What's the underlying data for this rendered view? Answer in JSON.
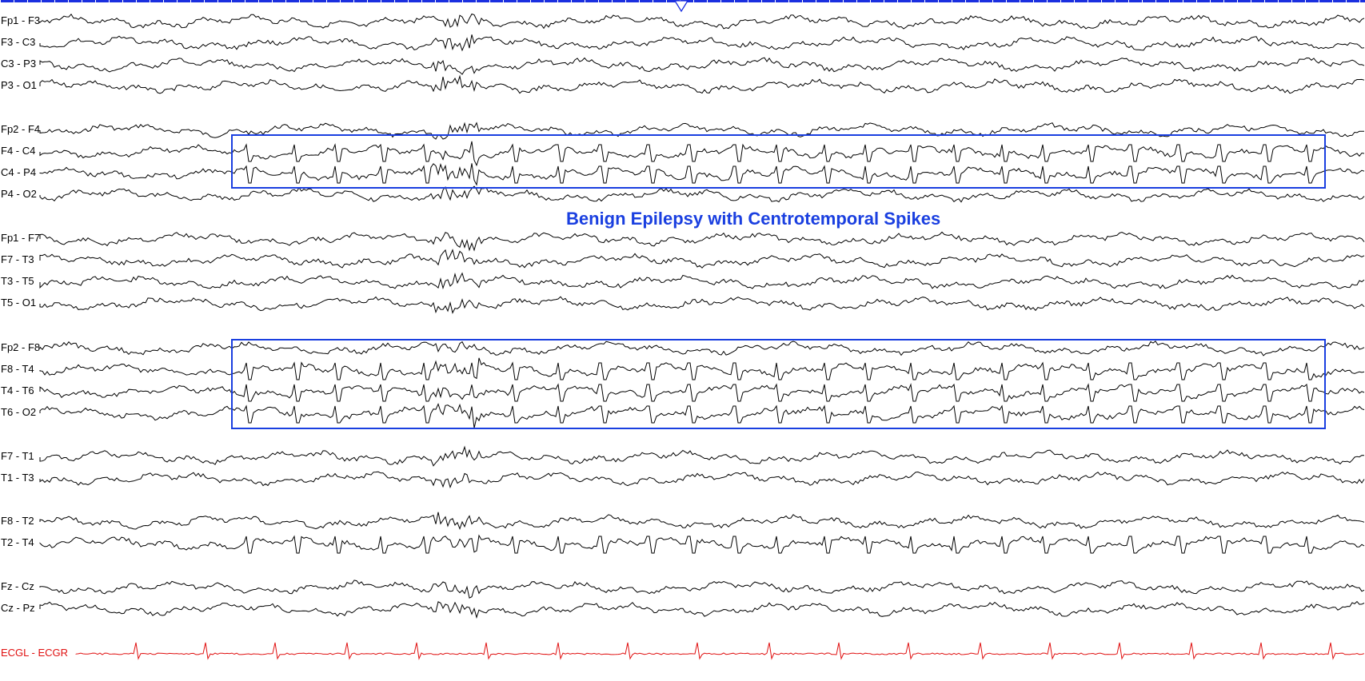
{
  "annotation": {
    "title": "Benign Epilepsy with Centrotemporal Spikes"
  },
  "colors": {
    "trace": "#000000",
    "ecg_trace": "#e01010",
    "annotation": "#1a3fe0",
    "ruler": "#1a2fe0"
  },
  "channels": [
    {
      "label": "Fp1 - F3"
    },
    {
      "label": "F3 - C3"
    },
    {
      "label": "C3 - P3"
    },
    {
      "label": "P3 - O1"
    },
    {
      "label": "Fp2 - F4"
    },
    {
      "label": "F4 - C4"
    },
    {
      "label": "C4 - P4"
    },
    {
      "label": "P4 - O2"
    },
    {
      "label": "Fp1 - F7"
    },
    {
      "label": "F7 - T3"
    },
    {
      "label": "T3 - T5"
    },
    {
      "label": "T5 - O1"
    },
    {
      "label": "Fp2 - F8"
    },
    {
      "label": "F8 - T4"
    },
    {
      "label": "T4 - T6"
    },
    {
      "label": "T6 - O2"
    },
    {
      "label": "F7 - T1"
    },
    {
      "label": "T1 - T3"
    },
    {
      "label": "F8 - T2"
    },
    {
      "label": "T2 - T4"
    },
    {
      "label": "Fz - Cz"
    },
    {
      "label": "Cz - Pz"
    },
    {
      "label": "ECGL - ECGR"
    }
  ]
}
